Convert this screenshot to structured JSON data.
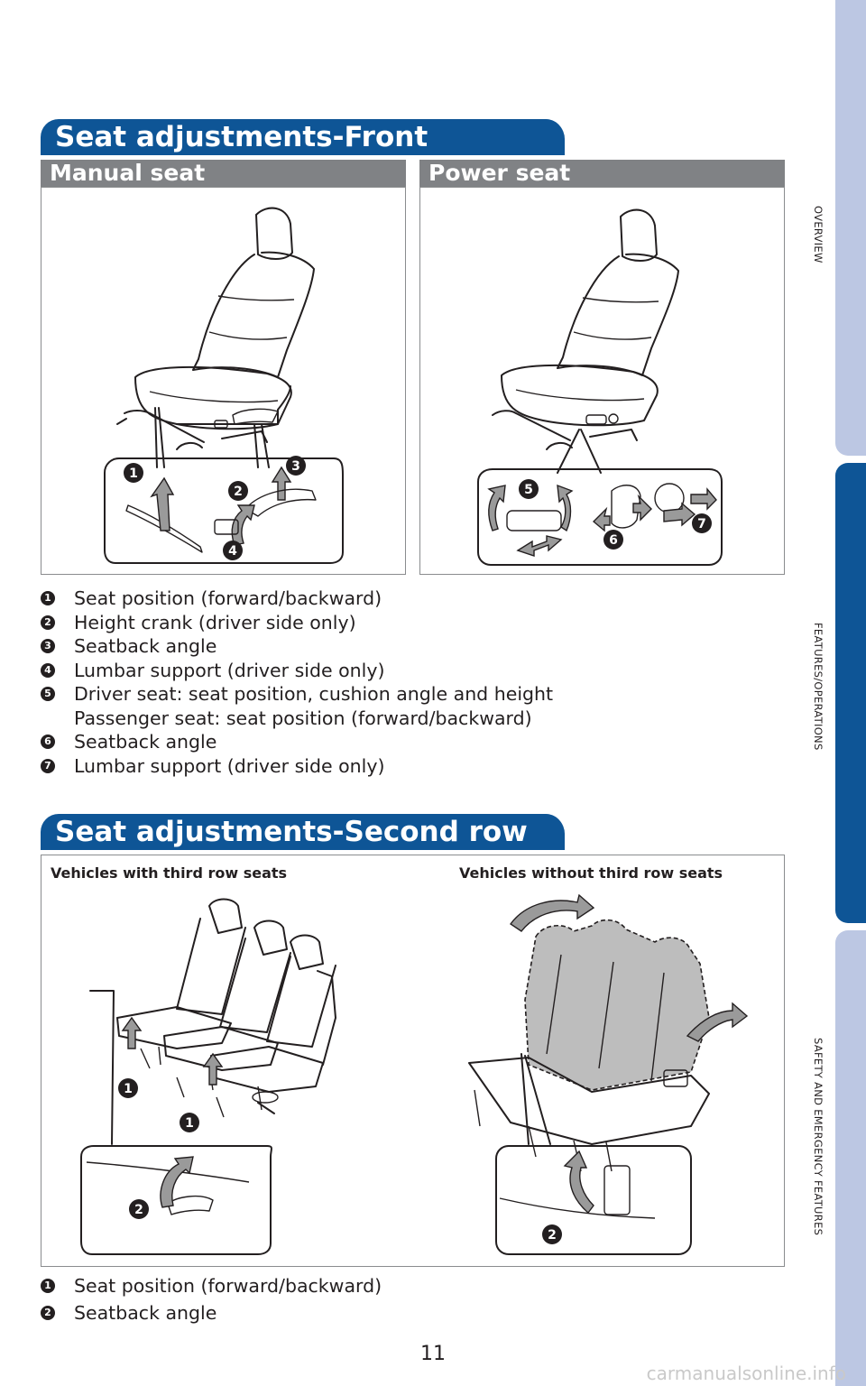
{
  "front_section": {
    "title": "Seat adjustments-Front",
    "manual_label": "Manual seat",
    "power_label": "Power seat",
    "manual_markers": [
      "1",
      "2",
      "3",
      "4"
    ],
    "power_markers": [
      "5",
      "6",
      "7"
    ],
    "legend": [
      {
        "num": "1",
        "lines": [
          "Seat position (forward/backward)"
        ]
      },
      {
        "num": "2",
        "lines": [
          "Height crank (driver side only)"
        ]
      },
      {
        "num": "3",
        "lines": [
          "Seatback angle"
        ]
      },
      {
        "num": "4",
        "lines": [
          "Lumbar support (driver side only)"
        ]
      },
      {
        "num": "5",
        "lines": [
          "Driver seat: seat position, cushion angle and height",
          "Passenger seat: seat position (forward/backward)"
        ]
      },
      {
        "num": "6",
        "lines": [
          "Seatback angle"
        ]
      },
      {
        "num": "7",
        "lines": [
          "Lumbar support (driver side only)"
        ]
      }
    ]
  },
  "second_row_section": {
    "title": "Seat adjustments-Second row seats",
    "left_caption": "Vehicles with third row seats",
    "right_caption": "Vehicles without third row seats",
    "left_markers": [
      "1",
      "1",
      "2"
    ],
    "right_markers": [
      "2"
    ],
    "legend": [
      {
        "num": "1",
        "text": "Seat position (forward/backward)"
      },
      {
        "num": "2",
        "text": "Seatback angle"
      }
    ]
  },
  "side_tabs": [
    {
      "label": "OVERVIEW",
      "color": "#bcc7e3"
    },
    {
      "label": "FEATURES/OPERATIONS",
      "color": "#0e5596"
    },
    {
      "label": "SAFETY AND EMERGENCY FEATURES",
      "color": "#bcc7e3"
    }
  ],
  "page_number": "11",
  "watermark": "carmanualsonline.info"
}
